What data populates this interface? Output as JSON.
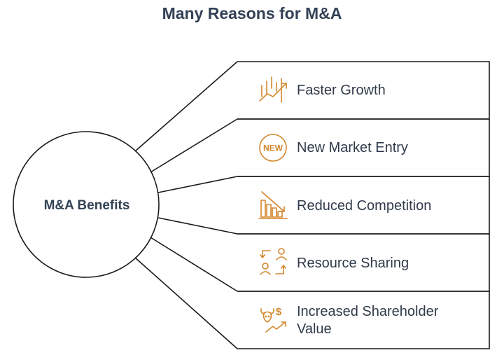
{
  "title": "Many Reasons for M&A",
  "hub": {
    "label": "M&A Benefits"
  },
  "colors": {
    "accent": "#d4862c",
    "text": "#334155",
    "outline": "#1a1a1a"
  },
  "items": [
    {
      "lines": [
        "Faster Growth"
      ],
      "icon": "growth-chart-icon"
    },
    {
      "lines": [
        "New Market Entry"
      ],
      "icon": "new-badge-icon",
      "badge_text": "NEW"
    },
    {
      "lines": [
        "Reduced Competition"
      ],
      "icon": "declining-bars-icon"
    },
    {
      "lines": [
        "Resource Sharing"
      ],
      "icon": "people-exchange-icon"
    },
    {
      "lines": [
        "Increased Shareholder",
        "Value"
      ],
      "icon": "bull-dollar-icon"
    }
  ]
}
